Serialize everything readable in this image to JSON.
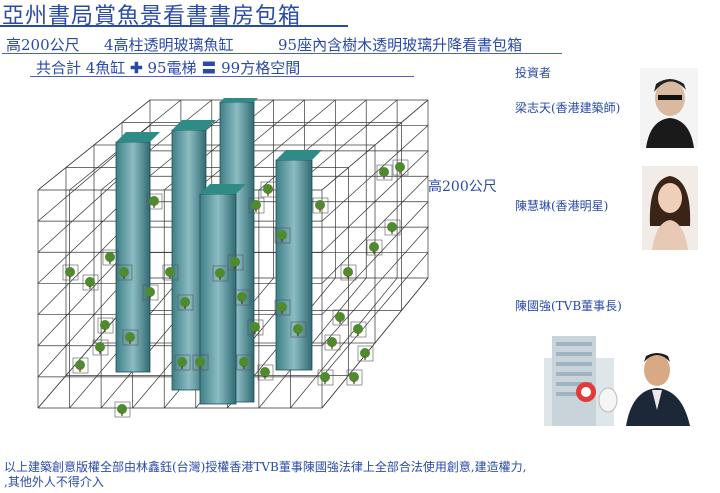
{
  "title": "亞州書局賞魚景看書書房包箱",
  "spec_line1": {
    "height": "高200公尺",
    "tanks": "4高柱透明玻璃魚缸",
    "rooms": "95座內含樹木透明玻璃升降看書包箱"
  },
  "spec_line2": {
    "prefix": "共合計 4魚缸",
    "plus": "✚",
    "middle": "95電梯",
    "equals": "〓",
    "suffix": "99方格空間"
  },
  "diagram_height_label": "高200公尺",
  "investors": {
    "heading": "投資者",
    "people": [
      {
        "label": "梁志天(香港建築師)"
      },
      {
        "label": "陳慧琳(香港明星)"
      },
      {
        "label": "陳國強(TVB董事長)"
      }
    ]
  },
  "footer": {
    "line1": "以上建築創意版權全部由林鑫鈺(台灣)授權香港TVB董事陳國強法律上全部合法使用創意,建造權力,",
    "line2": ",其他外人不得介入"
  },
  "colors": {
    "text": "#2a4aa8",
    "grid": "#333333",
    "tank_dark": "#2b6e6e",
    "tank_light": "#7fb0b8",
    "tree": "#4f8a2e"
  }
}
